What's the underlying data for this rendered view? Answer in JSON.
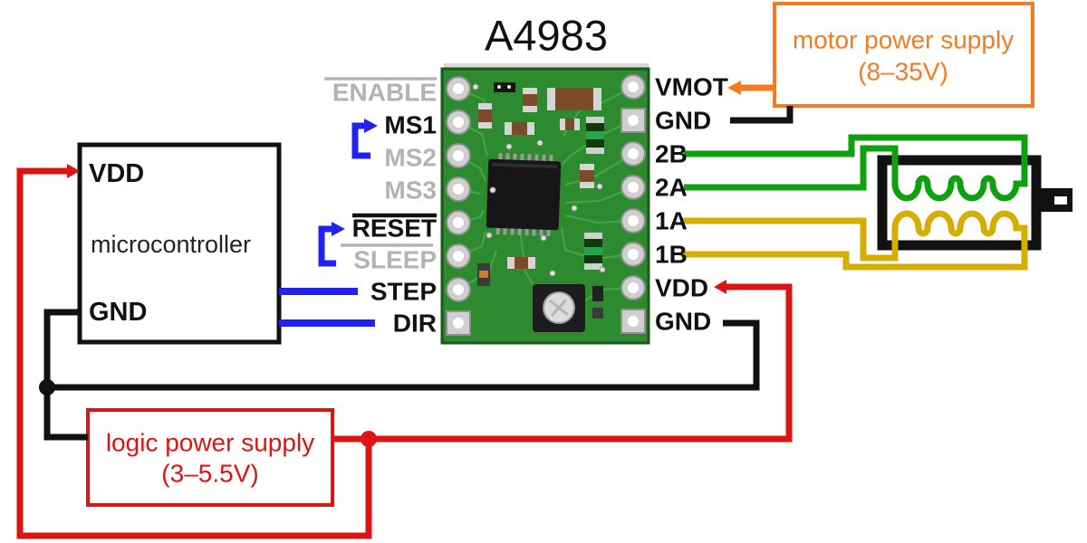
{
  "title": "A4983",
  "driver": {
    "left_pins": [
      {
        "label": "ENABLE",
        "state": "inactive",
        "overline": true
      },
      {
        "label": "MS1",
        "state": "active",
        "jumpered_with": "MS2"
      },
      {
        "label": "MS2",
        "state": "inactive"
      },
      {
        "label": "MS3",
        "state": "inactive"
      },
      {
        "label": "RESET",
        "state": "active",
        "overline": true,
        "jumpered_with": "SLEEP"
      },
      {
        "label": "SLEEP",
        "state": "inactive",
        "overline": true
      },
      {
        "label": "STEP",
        "state": "active"
      },
      {
        "label": "DIR",
        "state": "active"
      }
    ],
    "right_pins": [
      {
        "label": "VMOT"
      },
      {
        "label": "GND"
      },
      {
        "label": "2B"
      },
      {
        "label": "2A"
      },
      {
        "label": "1A"
      },
      {
        "label": "1B"
      },
      {
        "label": "VDD"
      },
      {
        "label": "GND"
      }
    ]
  },
  "microcontroller": {
    "label": "microcontroller",
    "vdd": "VDD",
    "gnd": "GND"
  },
  "motor_supply": {
    "name": "motor power supply",
    "range": "(8–35V)"
  },
  "logic_supply": {
    "name": "logic power supply",
    "range": "(3–5.5V)"
  },
  "colors": {
    "signal_blue": "#2222ee",
    "power_red": "#dd1414",
    "ground_black": "#111111",
    "coil2_green": "#0da10d",
    "coil1_yellow": "#d6ae00",
    "supply_orange": "#f47b20",
    "inactive_gray": "#b3b3b3"
  }
}
